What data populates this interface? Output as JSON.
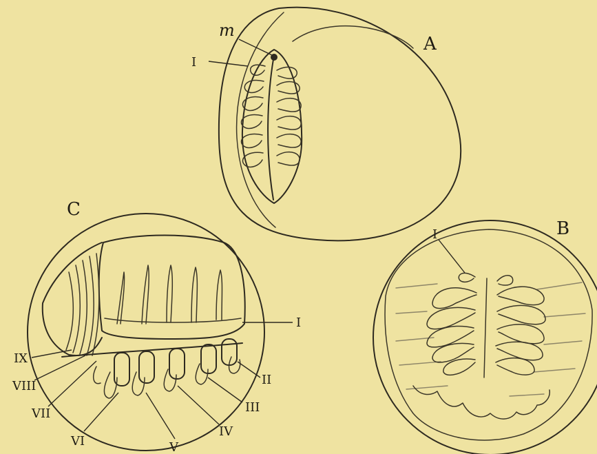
{
  "figure": {
    "panels": [
      {
        "id": "A",
        "label": "A"
      },
      {
        "id": "B",
        "label": "B"
      },
      {
        "id": "C",
        "label": "C"
      }
    ],
    "panel_a_labels": [
      "m",
      "I"
    ],
    "panel_b_labels": [
      "I"
    ],
    "panel_c_labels": [
      "I",
      "II",
      "III",
      "IV",
      "V",
      "VI",
      "VII",
      "VIII",
      "IX"
    ],
    "colors": {
      "background": "#efe3a1",
      "ink": "#2e2a20"
    }
  }
}
